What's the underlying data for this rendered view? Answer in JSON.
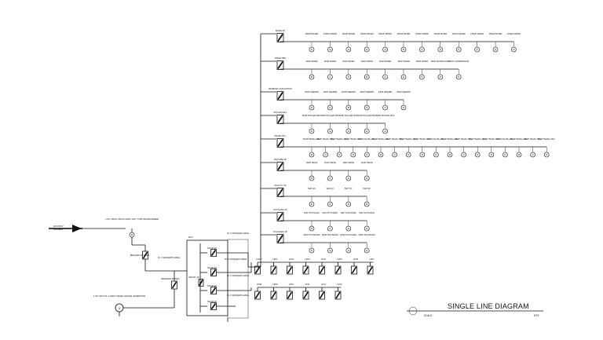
{
  "title": "SINGLE LINE DIAGRAM",
  "scale_label": "SCALE",
  "scale_value": "NTS",
  "utility": {
    "label_1": "11KV/33KV",
    "label_2": "INCOMER",
    "transformer": "1 NO. 5MVA, 33KV/0.433KV, DRY TYPE TRANSFORMER",
    "generator": "1 NO. 500 KVA, 0.433KV DIESEL ENGINE GENERATOR"
  },
  "main_panel": {
    "label": "MCC",
    "incomer": "BREAKER 3P 4000A",
    "gen_breaker": "BREAKER 3P 800A"
  },
  "cable_note": "3C X 300SQMM CABLE",
  "sections": [
    {
      "breaker": "MIXER-3P",
      "motors": [
        "150HP MIXER",
        "150HP MIXER",
        "150HP MIXER",
        "150HP MIXER",
        "150HP MIXER",
        "150HP MIXER",
        "150HP MIXER",
        "150HP MIXER",
        "150HP MIXER",
        "150HP MIXER",
        "150HP MIXER",
        "150HP MIXER"
      ]
    },
    {
      "breaker": "MIXER DBG",
      "motors": [
        "30HP MIXER",
        "30HP MIXER",
        "30HP MIXER",
        "30HP MIXER",
        "30HP MIXER",
        "30HP MIXER",
        "30HP MIXER",
        "15HP WATER PUMP",
        "30HP COMPRESSOR"
      ]
    },
    {
      "breaker": "BANBURY AND EXTRAS",
      "motors": [
        "30HP FEEDER",
        "30HP FEEDER",
        "30HP FEEDER",
        "30HP FEEDER",
        "30HP FEEDER",
        "30HP FEEDER"
      ]
    },
    {
      "breaker": "ROLLER MILL",
      "motors": [
        "50HP ROLLER MILL",
        "50HP ROLLER MILL",
        "50HP ROLLER MILL",
        "50HP ROLLER MILL",
        "50HP ROLLER MILL"
      ]
    },
    {
      "breaker": "PEARL MILL",
      "motors": [
        "50HP PEARL MILL",
        "50HP PEARL MILL",
        "50HP PEARL MILL",
        "50HP PEARL MILL",
        "50HP PEARL MILL",
        "50HP PEARL MILL",
        "50HP PEARL MILL",
        "50HP PEARL MILL",
        "50HP PEARL MILL",
        "50HP PEARL MILL",
        "50HP PEARL MILL",
        "50HP PEARL MILL",
        "50HP PEARL MILL",
        "50HP PEARL MILL",
        "50HP PEARL MILL",
        "50HP PEARL MILL",
        "50HP PEARL MILL",
        "50HP PEARL MILL"
      ]
    },
    {
      "breaker": "MACHINE 3P",
      "motors": [
        "10HP SIEVE",
        "10HP SIEVE",
        "10HP SIEVE",
        "10HP SIEVE"
      ]
    },
    {
      "breaker": "QUALITY 3P",
      "motors": [
        "5HP QC",
        "5HP QC",
        "5HP QC",
        "5HP QC"
      ]
    },
    {
      "breaker": "STITCHING 3P",
      "motors": [
        "5HP STITCHING",
        "5HP STITCHING",
        "5HP STITCHING",
        "5HP STITCHING"
      ]
    },
    {
      "breaker": "POLISHING 3P",
      "motors": [
        "20HP POLISHING",
        "20HP POLISHING",
        "20HP POLISHING",
        "20HP POLISHING"
      ]
    }
  ],
  "lower_rows": {
    "row1_labels": [
      "LIGHT",
      "LP01",
      "LP02",
      "LP03",
      "LP04",
      "LP05",
      "LP06",
      "LP07"
    ],
    "row2_labels": [
      "LP08",
      "LP09",
      "LP10",
      "LP11",
      "LP12",
      "LP13"
    ]
  },
  "sub_breakers": [
    "MCCB 3P",
    "MCCB 3P",
    "MCCB 3P",
    "MCCB 3P"
  ]
}
